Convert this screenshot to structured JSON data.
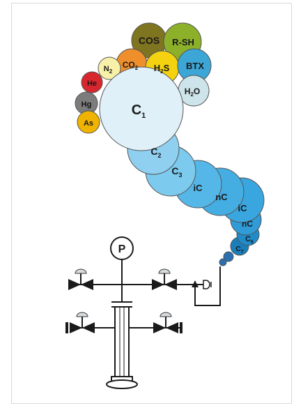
{
  "diagram": {
    "molecules": [
      {
        "id": "cos",
        "label": "COS",
        "sub": "",
        "color": "#7f7420"
      },
      {
        "id": "rsh",
        "label": "R-SH",
        "sub": "",
        "color": "#8cb02a"
      },
      {
        "id": "co2",
        "label": "CO",
        "sub": "2",
        "color": "#ef8f2c"
      },
      {
        "id": "h2s",
        "label": "H",
        "sub": "2",
        "tail": "S",
        "color": "#f4d20f"
      },
      {
        "id": "btx",
        "label": "BTX",
        "sub": "",
        "color": "#3ca6d6"
      },
      {
        "id": "n2",
        "label": "N",
        "sub": "2",
        "color": "#f7f0a9"
      },
      {
        "id": "he",
        "label": "He",
        "sub": "",
        "color": "#d8262e"
      },
      {
        "id": "h2o",
        "label": "H",
        "sub": "2",
        "tail": "O",
        "color": "#cde5ea"
      },
      {
        "id": "hg",
        "label": "Hg",
        "sub": "",
        "color": "#7c7c7c"
      },
      {
        "id": "as",
        "label": "As",
        "sub": "",
        "color": "#f0b400"
      },
      {
        "id": "c1",
        "label": "C",
        "sub": "1",
        "color": "#dff0f8"
      },
      {
        "id": "c2",
        "label": "C",
        "sub": "2",
        "color": "#8fd0f0"
      },
      {
        "id": "c3",
        "label": "C",
        "sub": "3",
        "color": "#7ccaed"
      },
      {
        "id": "ic4",
        "label": "iC",
        "sub": "",
        "color": "#55b7e8"
      },
      {
        "id": "nc4",
        "label": "nC",
        "sub": "",
        "color": "#44aee3"
      },
      {
        "id": "ic5",
        "label": "iC",
        "sub": "",
        "color": "#3aa6df"
      },
      {
        "id": "nc5",
        "label": "nC",
        "sub": "",
        "color": "#2f9cd8"
      },
      {
        "id": "c6",
        "label": "C",
        "sub": "6",
        "color": "#1f8cc9"
      },
      {
        "id": "c7",
        "label": "C",
        "sub": "7",
        "color": "#1a7ebb"
      }
    ],
    "gauge": {
      "label": "P"
    }
  }
}
